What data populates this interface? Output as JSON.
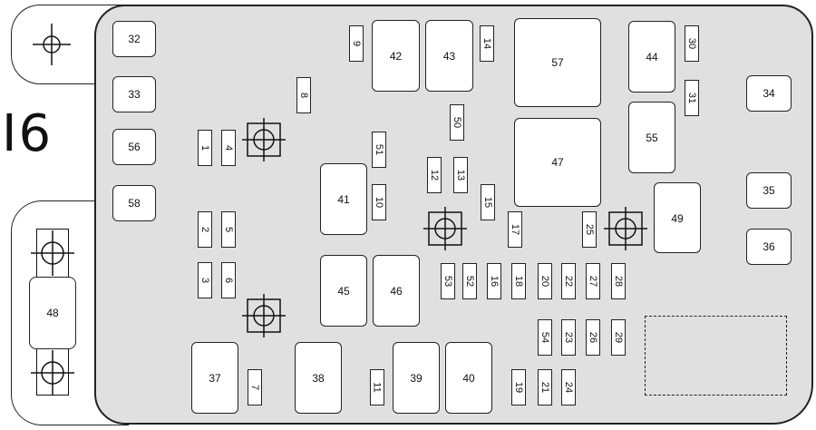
{
  "diagram": {
    "title": "I6",
    "colors": {
      "panel": "#e0e0e0",
      "outline": "#222222",
      "component": "#ffffff"
    },
    "external_fuse": {
      "label": "48"
    },
    "relays": [
      {
        "id": "r32",
        "label": "32"
      },
      {
        "id": "r33",
        "label": "33"
      },
      {
        "id": "r56",
        "label": "56"
      },
      {
        "id": "r58",
        "label": "58"
      },
      {
        "id": "r42",
        "label": "42"
      },
      {
        "id": "r43",
        "label": "43"
      },
      {
        "id": "r41",
        "label": "41"
      },
      {
        "id": "r57",
        "label": "57"
      },
      {
        "id": "r47",
        "label": "47"
      },
      {
        "id": "r44",
        "label": "44"
      },
      {
        "id": "r55",
        "label": "55"
      },
      {
        "id": "r34",
        "label": "34"
      },
      {
        "id": "r35",
        "label": "35"
      },
      {
        "id": "r36",
        "label": "36"
      },
      {
        "id": "r49",
        "label": "49"
      },
      {
        "id": "r45",
        "label": "45"
      },
      {
        "id": "r46",
        "label": "46"
      },
      {
        "id": "r37",
        "label": "37"
      },
      {
        "id": "r38",
        "label": "38"
      },
      {
        "id": "r39",
        "label": "39"
      },
      {
        "id": "r40",
        "label": "40"
      }
    ],
    "fuses": [
      {
        "id": "f1",
        "label": "1"
      },
      {
        "id": "f4",
        "label": "4"
      },
      {
        "id": "f2",
        "label": "2"
      },
      {
        "id": "f5",
        "label": "5"
      },
      {
        "id": "f3",
        "label": "3"
      },
      {
        "id": "f6",
        "label": "6"
      },
      {
        "id": "f8",
        "label": "8"
      },
      {
        "id": "f9",
        "label": "9"
      },
      {
        "id": "f14",
        "label": "14"
      },
      {
        "id": "f50",
        "label": "50"
      },
      {
        "id": "f51",
        "label": "51"
      },
      {
        "id": "f12",
        "label": "12"
      },
      {
        "id": "f13",
        "label": "13"
      },
      {
        "id": "f10",
        "label": "10"
      },
      {
        "id": "f15",
        "label": "15"
      },
      {
        "id": "f17",
        "label": "17"
      },
      {
        "id": "f25",
        "label": "25"
      },
      {
        "id": "f30",
        "label": "30"
      },
      {
        "id": "f31",
        "label": "31"
      },
      {
        "id": "f53",
        "label": "53"
      },
      {
        "id": "f52",
        "label": "52"
      },
      {
        "id": "f16",
        "label": "16"
      },
      {
        "id": "f18",
        "label": "18"
      },
      {
        "id": "f20",
        "label": "20"
      },
      {
        "id": "f22",
        "label": "22"
      },
      {
        "id": "f27",
        "label": "27"
      },
      {
        "id": "f28",
        "label": "28"
      },
      {
        "id": "f54",
        "label": "54"
      },
      {
        "id": "f23",
        "label": "23"
      },
      {
        "id": "f26",
        "label": "26"
      },
      {
        "id": "f29",
        "label": "29"
      },
      {
        "id": "f19",
        "label": "19"
      },
      {
        "id": "f21",
        "label": "21"
      },
      {
        "id": "f24",
        "label": "24"
      },
      {
        "id": "f7",
        "label": "7"
      },
      {
        "id": "f11",
        "label": "11"
      }
    ]
  }
}
